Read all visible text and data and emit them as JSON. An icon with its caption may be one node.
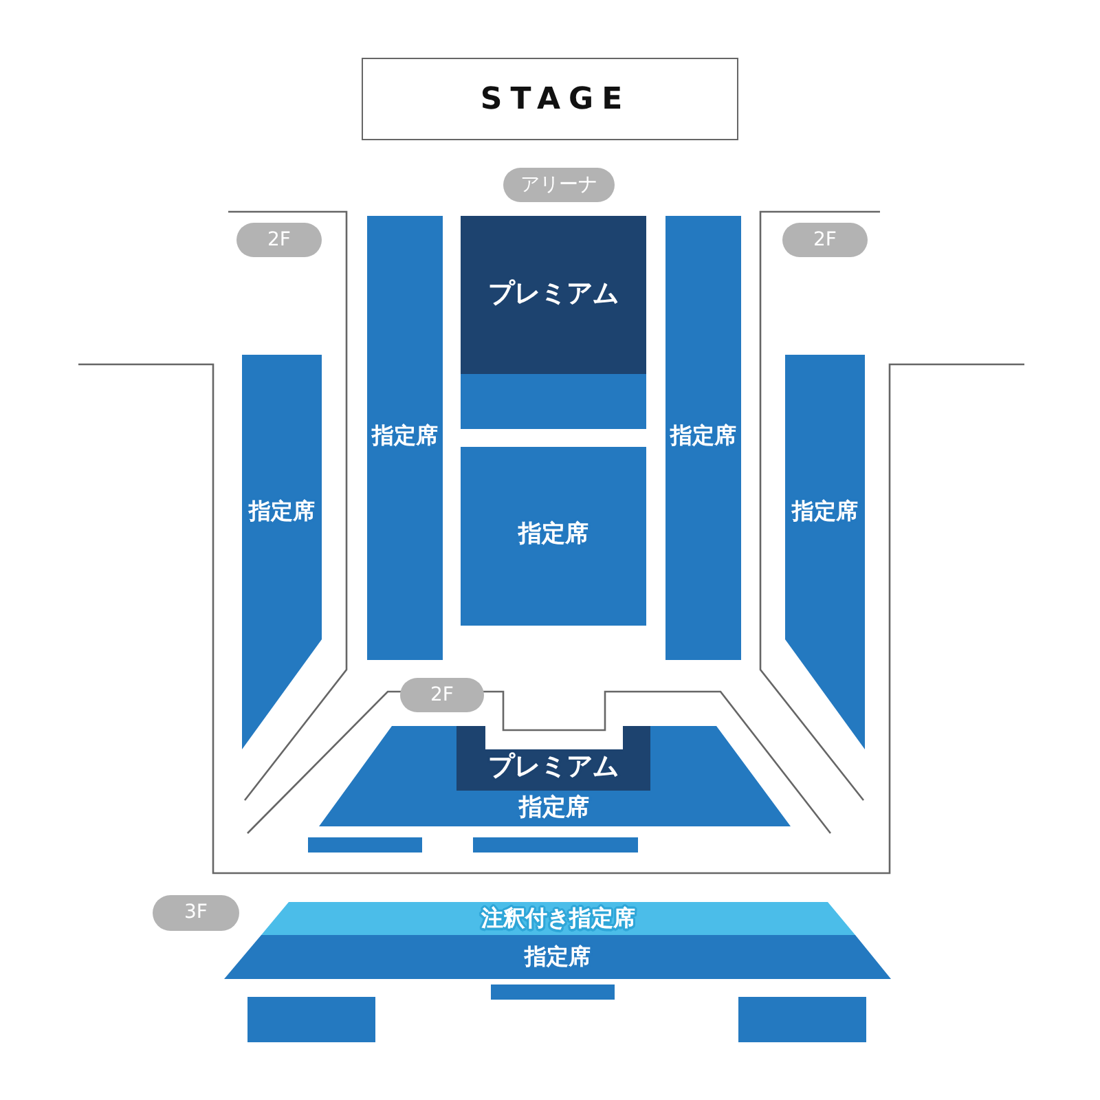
{
  "diagram": {
    "nodes": [
      {
        "text": [
          "STAGE"
        ]
      },
      {
        "text": [
          "アリーナ"
        ]
      },
      {
        "text": [
          "2F"
        ]
      },
      {
        "text": [
          "2F"
        ]
      },
      {
        "text": [
          "プレミアム"
        ]
      },
      {
        "text": [],
        "shape": "box"
      },
      {
        "text": [
          "指定席"
        ]
      },
      {
        "text": [
          "指定席"
        ]
      },
      {
        "text": [
          "指定席"
        ]
      },
      {
        "text": [
          "指定席"
        ]
      },
      {
        "text": [
          "指定席"
        ]
      },
      {
        "text": [
          "2F"
        ]
      },
      {
        "text": [
          "指定席"
        ]
      },
      {
        "text": [
          "プレミアム"
        ],
        "in": 12
      },
      {
        "text": [],
        "shape": "bar"
      },
      {
        "text": [],
        "shape": "bar"
      },
      {
        "text": [
          "3F"
        ]
      },
      {
        "text": [
          "注釈付き指定席"
        ]
      },
      {
        "text": [
          "指定席"
        ]
      },
      {
        "text": [],
        "shape": "bar"
      },
      {
        "text": [],
        "shape": "box"
      },
      {
        "text": [],
        "shape": "box"
      }
    ]
  }
}
